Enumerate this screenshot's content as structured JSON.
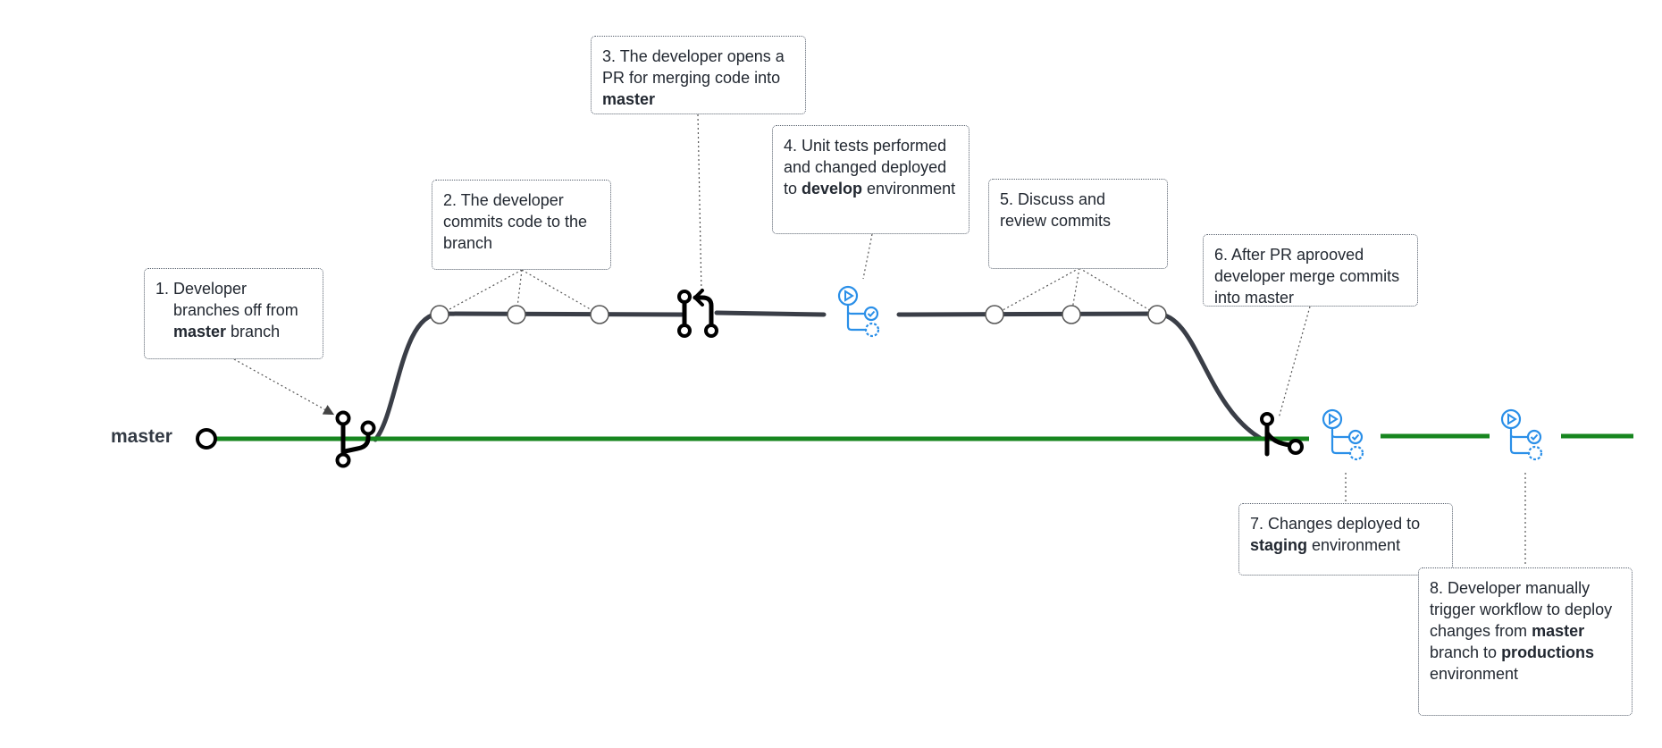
{
  "diagram": {
    "branch_label": "master",
    "colors": {
      "master_line": "#17861f",
      "feature_line": "#3a3e47",
      "workflow_icon": "#2a8fe8",
      "icon_black": "#000000",
      "note_border": "#555e6b"
    },
    "icons": {
      "branch": "git-branch-icon",
      "pull_request": "git-pull-request-icon",
      "merge": "git-merge-icon",
      "workflow": "workflow-run-icon"
    },
    "steps": [
      {
        "num": "1.",
        "pre": "Developer branches off from ",
        "bold": "master",
        "post": " branch"
      },
      {
        "text": "2. The developer commits code to the branch"
      },
      {
        "pre": "3. The developer opens a PR for merging code into ",
        "bold": "master",
        "post": ""
      },
      {
        "pre": "4. Unit tests performed and changed deployed to ",
        "bold": "develop",
        "post": " environment"
      },
      {
        "text": "5. Discuss and review commits"
      },
      {
        "text": "6. After PR aprooved developer merge commits into master"
      },
      {
        "pre": "7. Changes deployed to ",
        "bold": "staging",
        "post": " environment"
      },
      {
        "pre": "8. Developer manually trigger workflow to deploy changes from ",
        "bold": "master",
        "mid": " branch to ",
        "bold2": "productions",
        "post": " environment"
      }
    ]
  }
}
